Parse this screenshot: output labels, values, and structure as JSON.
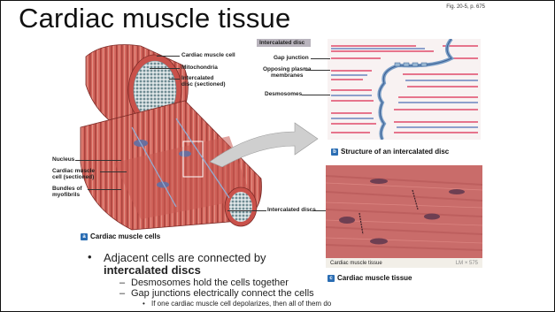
{
  "slide": {
    "title": "Cardiac muscle tissue",
    "figure_ref": "Fig. 20-5, p. 675"
  },
  "figure_a": {
    "labels": {
      "cardiac_muscle_cell": "Cardiac muscle cell",
      "mitochondria": "Mitochondria",
      "intercalated_disc_sectioned_1": "Intercalated",
      "intercalated_disc_sectioned_2": "disc (sectioned)",
      "nucleus": "Nucleus",
      "cardiac_cell_sectioned_1": "Cardiac muscle",
      "cardiac_cell_sectioned_2": "cell (sectioned)",
      "bundles_1": "Bundles of",
      "bundles_2": "myofibrils",
      "intercalated_discs": "Intercalated discs"
    },
    "caption_letter": "a",
    "caption": "Cardiac muscle cells"
  },
  "figure_b": {
    "header": "Intercalated disc",
    "labels": {
      "gap_junction": "Gap junction",
      "opposing_1": "Opposing plasma",
      "opposing_2": "membranes",
      "desmosomes": "Desmosomes"
    },
    "caption_letter": "b",
    "caption": "Structure of an intercalated disc"
  },
  "figure_c": {
    "micro_label": "Cardiac muscle tissue",
    "magnification": "LM × 575",
    "caption_letter": "c",
    "caption": "Cardiac muscle tissue"
  },
  "bullets": {
    "main_line1": "Adjacent cells are connected by",
    "main_line2": "intercalated discs",
    "sub1": "Desmosomes hold the cells together",
    "sub2": "Gap junctions electrically connect the cells",
    "subsub": "If one cardiac muscle cell depolarizes, then all of them do",
    "bullet_glyph": "•",
    "dash_glyph": "–"
  },
  "colors": {
    "muscle": "#c8564f",
    "muscle_light": "#e59a8e",
    "disc_blue": "#6d8fc4",
    "micro_bg": "#c66a6a",
    "badge": "#2a6db3"
  }
}
